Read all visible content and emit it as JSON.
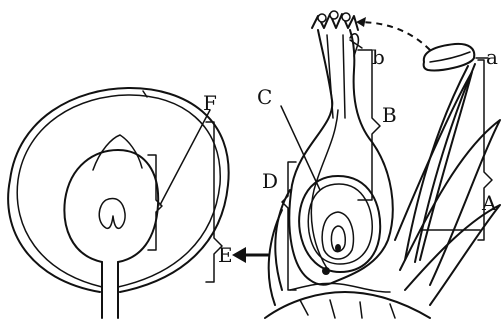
{
  "labels": {
    "a": "a",
    "b": "b",
    "A": "A",
    "B": "B",
    "C": "C",
    "D": "D",
    "E": "E",
    "F": "F"
  },
  "colors": {
    "ink": "#111111",
    "background": "#ffffff"
  }
}
